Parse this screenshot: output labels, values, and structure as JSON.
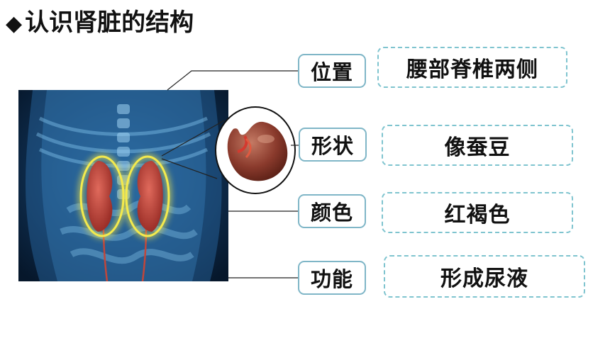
{
  "title": {
    "bullet": "◆",
    "text": "认识肾脏的结构"
  },
  "images": {
    "anatomy": "kidney-anatomy-illustration",
    "zoom": "kidney-closeup"
  },
  "rows": [
    {
      "label": "位置",
      "value": "腰部脊椎两侧"
    },
    {
      "label": "形状",
      "value": "像蚕豆"
    },
    {
      "label": "颜色",
      "value": "红褐色"
    },
    {
      "label": "功能",
      "value": "形成尿液"
    }
  ],
  "colors": {
    "label_border": "#7fb6c7",
    "value_border": "#7fc4cf",
    "kidney": "#b8453a",
    "highlight": "#f2e64a",
    "body_blue": "#3d86c2"
  }
}
